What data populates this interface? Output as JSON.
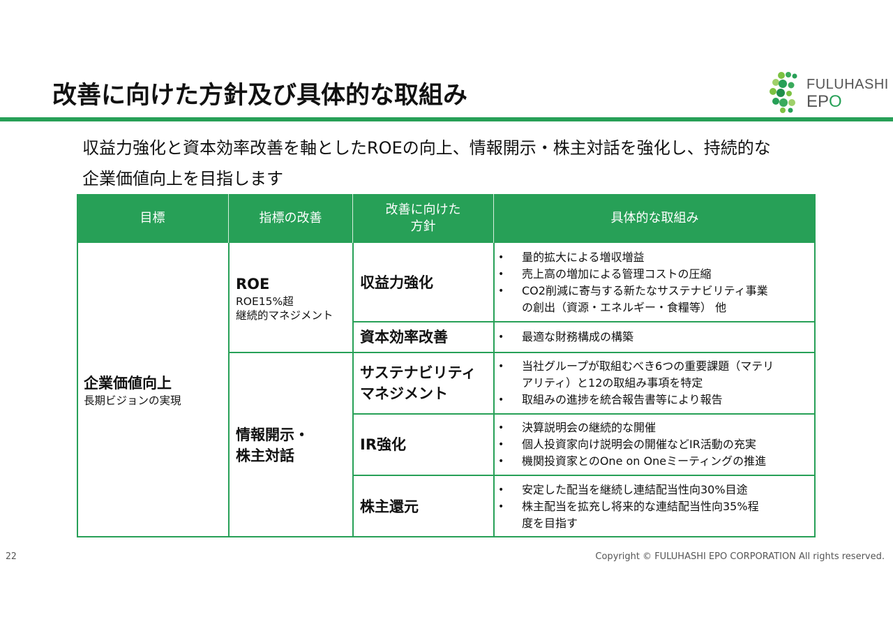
{
  "slide": {
    "title": "改善に向けた方針及び具体的な取組み",
    "lead_line1": "収益力強化と資本効率改善を軸としたROEの向上、情報開示・株主対話を強化し、持続的な",
    "lead_line2": "企業価値向上を目指します",
    "page_number": "22",
    "copyright": "Copyright © FULUHASHI EPO CORPORATION All rights reserved."
  },
  "logo": {
    "line1": "FULUHASHI",
    "line2_prefix": "EP",
    "line2_accent": "O",
    "green": "#27a057",
    "gray": "#555555"
  },
  "table": {
    "headers": {
      "goal": "目標",
      "indicator": "指標の改善",
      "policy_line1": "改善に向けた",
      "policy_line2": "方針",
      "initiatives": "具体的な取組み"
    },
    "goal": {
      "title": "企業価値向上",
      "sub": "長期ビジョンの実現"
    },
    "indicators": [
      {
        "title": "ROE",
        "sub1": "ROE15%超",
        "sub2": "継続的マネジメント"
      },
      {
        "title_line1": "情報開示・",
        "title_line2": "株主対話"
      }
    ],
    "rows": [
      {
        "policy": "収益力強化",
        "items": [
          {
            "text": "量的拡大による増収増益"
          },
          {
            "text": "売上高の増加による管理コストの圧縮"
          },
          {
            "text": "CO2削減に寄与する新たなサステナビリティ事業",
            "cont": "の創出（資源・エネルギー・食糧等） 他"
          }
        ]
      },
      {
        "policy": "資本効率改善",
        "items": [
          {
            "text": "最適な財務構成の構築"
          }
        ]
      },
      {
        "policy_line1": "サステナビリティ",
        "policy_line2": "マネジメント",
        "items": [
          {
            "text": "当社グループが取組むべき6つの重要課題（マテリ",
            "cont": "アリティ）と12の取組み事項を特定"
          },
          {
            "text": "取組みの進捗を統合報告書等により報告"
          }
        ]
      },
      {
        "policy": "IR強化",
        "items": [
          {
            "text": "決算説明会の継続的な開催"
          },
          {
            "text": "個人投資家向け説明会の開催などIR活動の充実"
          },
          {
            "text": "機関投資家とのOne on Oneミーティングの推進"
          }
        ]
      },
      {
        "policy": "株主還元",
        "items": [
          {
            "text": "安定した配当を継続し連結配当性向30%目途"
          },
          {
            "text": "株主配当を拡充し将来的な連結配当性向35%程",
            "cont": "度を目指す"
          }
        ]
      }
    ],
    "accent": "#27a057"
  }
}
